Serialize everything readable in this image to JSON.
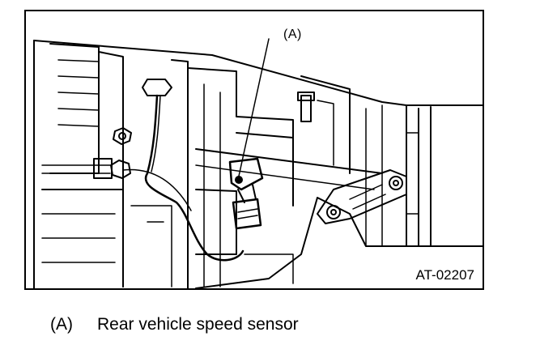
{
  "figure": {
    "callout_label": "(A)",
    "figure_id": "AT-02207"
  },
  "legend": {
    "key": "(A)",
    "description": "Rear vehicle speed sensor"
  },
  "colors": {
    "ink": "#000000",
    "paper": "#ffffff"
  }
}
